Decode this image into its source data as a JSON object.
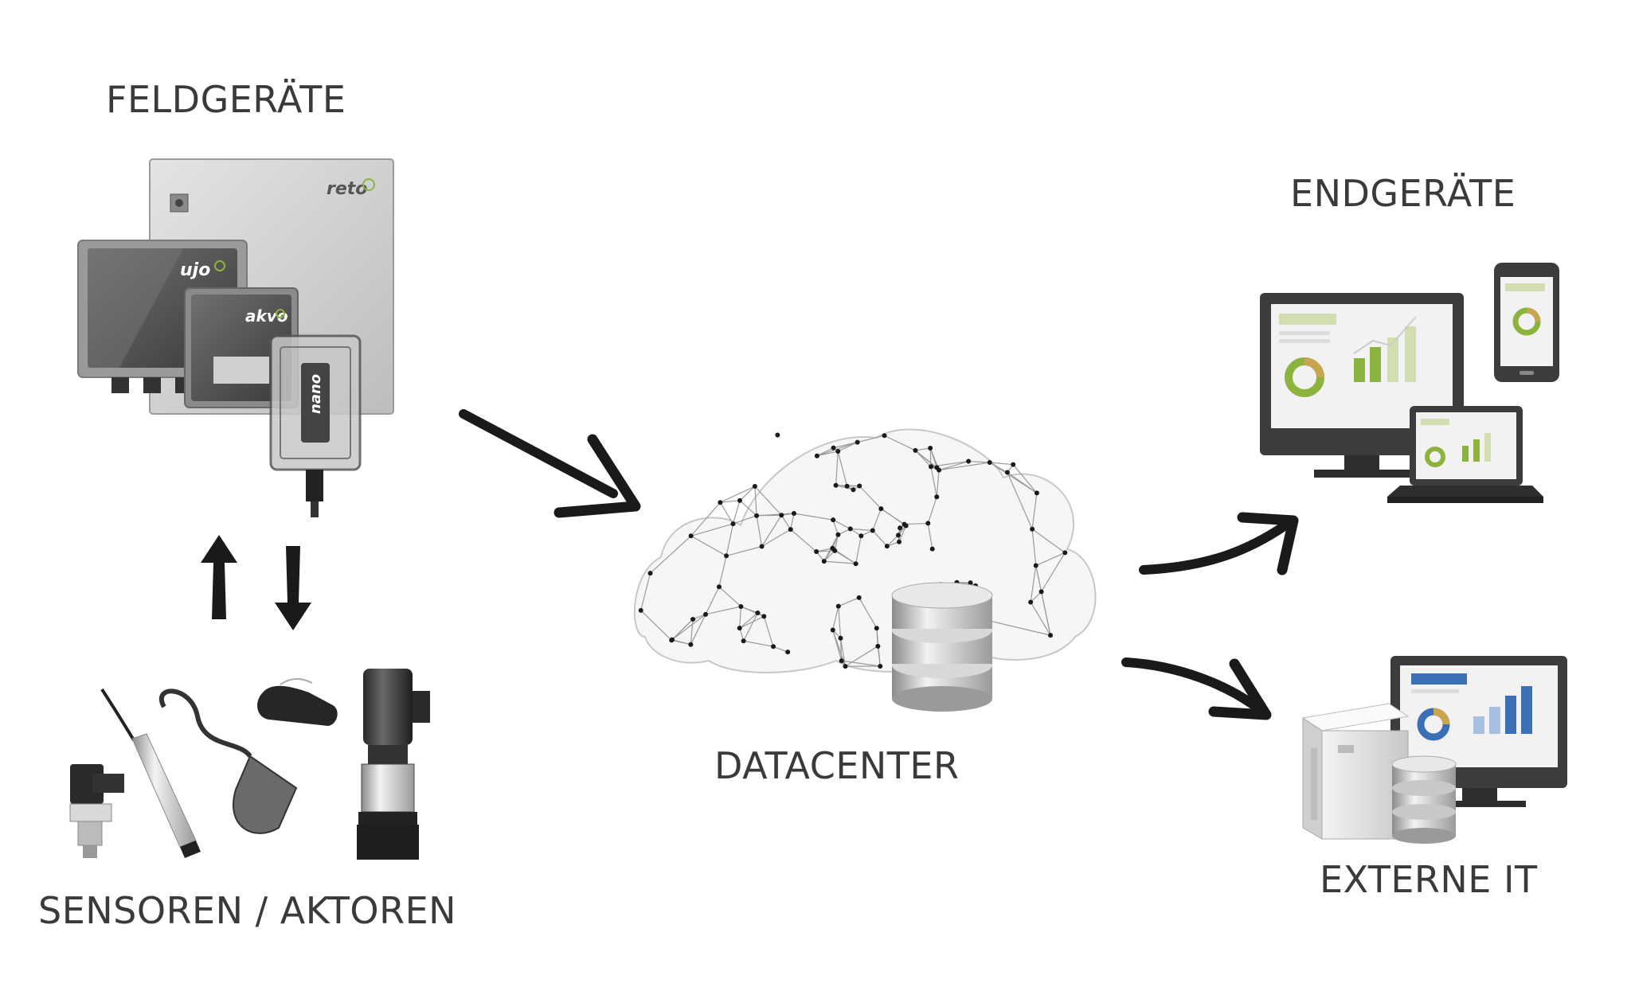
{
  "labels": {
    "field_devices": "FELDGERÄTE",
    "sensors_actuators": "SENSOREN / AKTOREN",
    "datacenter": "DATACENTER",
    "end_devices": "ENDGERÄTE",
    "external_it": "EXTERNE IT"
  },
  "device_brands": {
    "reto": "reto",
    "ujo": "ujo",
    "akvo": "akvo",
    "nano": "nano"
  },
  "colors": {
    "text": "#3a3a3a",
    "arrow": "#1a1a1a",
    "chart_green": "#8db33f",
    "chart_light_green": "#d2ddb0",
    "chart_blue": "#3b6fb6",
    "chart_light_blue": "#a8c0e0",
    "device_gray": "#555555"
  }
}
